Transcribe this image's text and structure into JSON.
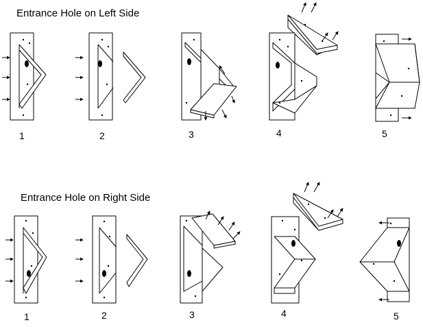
{
  "sections": [
    {
      "title": "Entrance Hole on Left Side",
      "steps": [
        "1",
        "2",
        "3",
        "4",
        "5"
      ]
    },
    {
      "title": "Entrance Hole on Right Side",
      "steps": [
        "1",
        "2",
        "3",
        "4",
        "5"
      ]
    }
  ],
  "colors": {
    "ink": "#000000",
    "paper": "#ffffff"
  }
}
